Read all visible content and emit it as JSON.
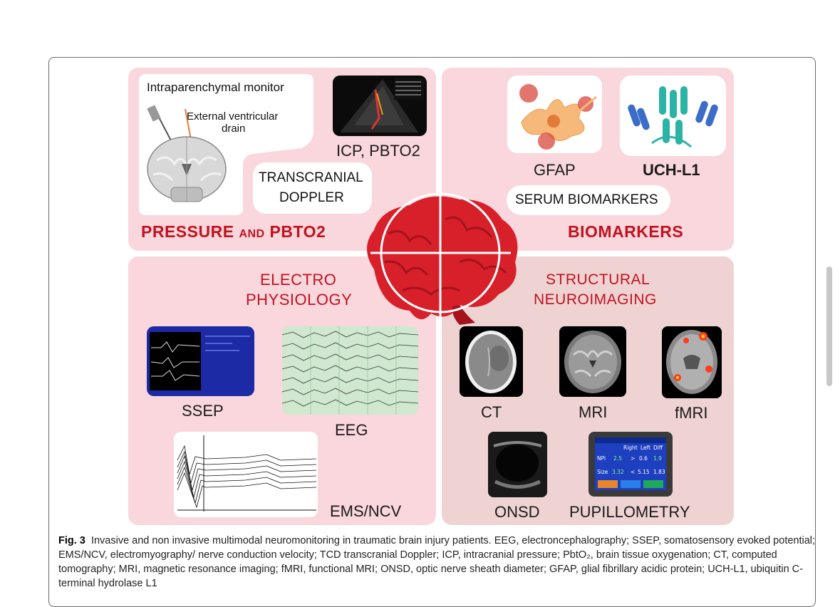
{
  "figure": {
    "q1": {
      "intraparenchymal": "Intraparenchymal monitor",
      "evd_line1": "External ventricular",
      "evd_line2": "drain",
      "icp_label": "ICP, PBTO2",
      "tcd_line1": "TRANSCRANIAL",
      "tcd_line2": "DOPPLER",
      "title_a": "PRESSURE",
      "title_and": "AND",
      "title_b": "PBTO2"
    },
    "q2": {
      "gfap": "GFAP",
      "uchl1": "UCH-L1",
      "serum": "SERUM BIOMARKERS",
      "title": "BIOMARKERS"
    },
    "q3": {
      "title_line1": "ELECTRO",
      "title_line2": "PHYSIOLOGY",
      "ssep": "SSEP",
      "eeg": "EEG",
      "ems": "EMS/NCV"
    },
    "q4": {
      "title_line1": "STRUCTURAL",
      "title_line2": "NEUROIMAGING",
      "ct": "CT",
      "mri": "MRI",
      "fmri": "fMRI",
      "onsd": "ONSD",
      "pupillometry": "PUPILLOMETRY"
    },
    "pupil_screen": {
      "col_right": "Right",
      "col_left": "Left",
      "col_diff": "Diff",
      "row1_label": "NPi",
      "row1_right": "2.5",
      "row1_cmp": ">",
      "row1_left": "0.6",
      "row1_diff": "1.9",
      "row2_label": "Size",
      "row2_right": "3.32",
      "row2_cmp": "<",
      "row2_left": "5.15",
      "row2_diff": "1.83"
    }
  },
  "caption": {
    "label": "Fig. 3",
    "text": "Invasive and non invasive multimodal neuromonitoring in traumatic brain injury patients. EEG, electroncephalography; SSEP, somatosensory evoked potential; EMS/NCV, electromyography/ nerve conduction velocity; TCD transcranial Doppler; ICP, intracranial pressure; PbtO₂, brain tissue oxygenation; CT, computed tomography; MRI, magnetic resonance imaging; fMRI, functional MRI; ONSD, optic nerve sheath diameter; GFAP, glial fibrillary acidic protein; UCH-L1, ubiquitin C-terminal hydrolase L1"
  },
  "colors": {
    "accent_red": "#c1121f",
    "quad_pink": "#f9d7dc",
    "quad_mauve": "#efd3d3",
    "brain_red": "#d8202b"
  },
  "icons": {
    "brain": "brain-icon",
    "crosshair": "crosshair-icon"
  }
}
